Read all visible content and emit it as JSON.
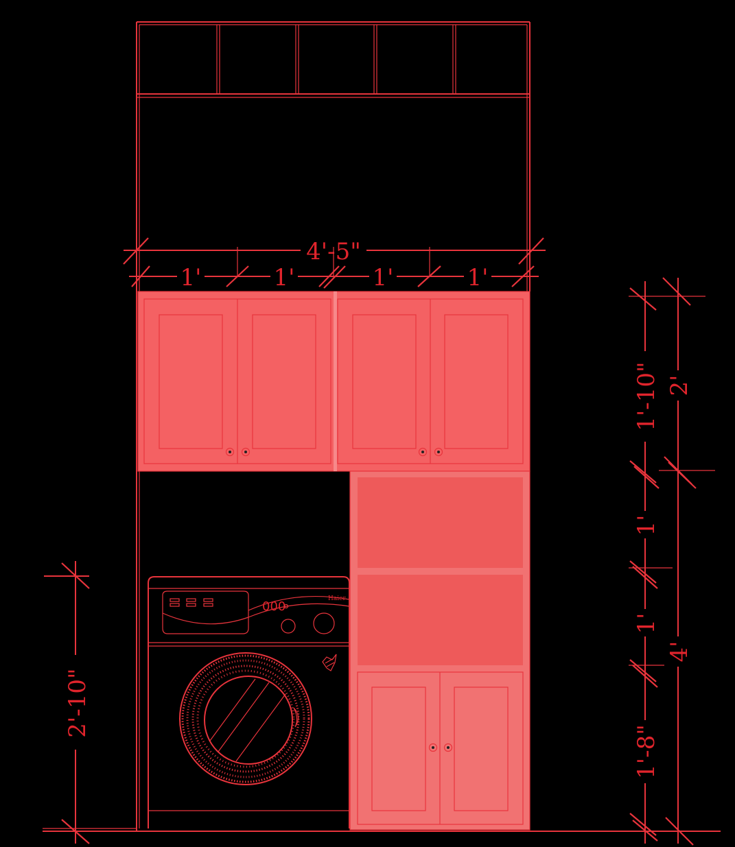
{
  "drawing": {
    "colors": {
      "line": "#e8343c",
      "cabinet_fill": "#f46163",
      "cabinet_fill_dark": "#ee5a5a",
      "background": "#000000"
    },
    "dimensions": {
      "overall_width": "4'-5\"",
      "segments": [
        "1'",
        "1'",
        "1'",
        "1'"
      ],
      "washer_height": "2'-10\"",
      "upper_cabinet_height": "1'-10\"",
      "upper_total": "2'",
      "shelf_1": "1'",
      "shelf_2": "1'",
      "base_cabinet": "1'-8\"",
      "tall_total": "4'"
    },
    "washer": {
      "brand": "Haier",
      "dial_label": "000",
      "icon": "clothes-care-icon"
    }
  }
}
